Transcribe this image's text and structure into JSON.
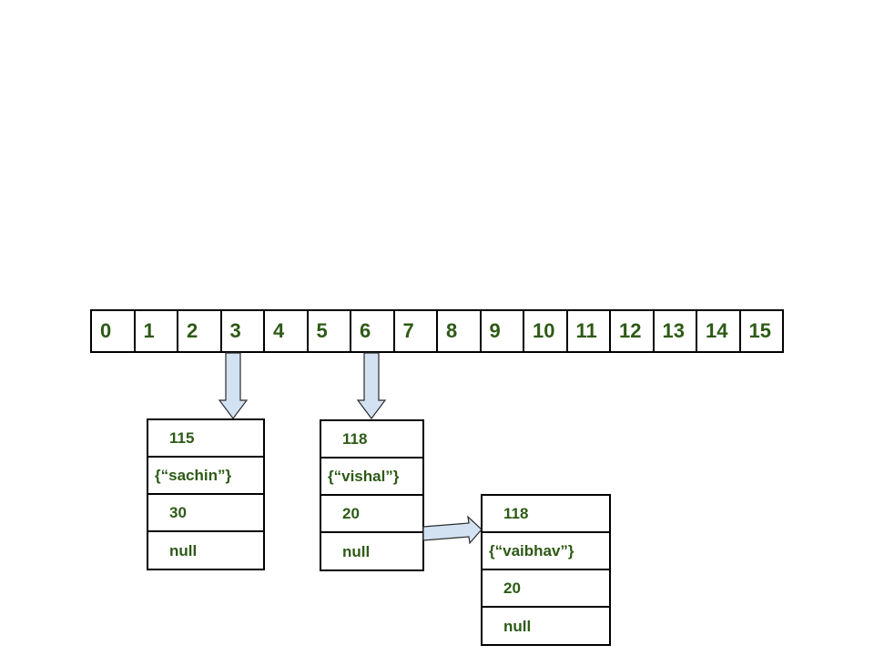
{
  "array": {
    "indices": [
      "0",
      "1",
      "2",
      "3",
      "4",
      "5",
      "6",
      "7",
      "8",
      "9",
      "10",
      "11",
      "12",
      "13",
      "14",
      "15"
    ]
  },
  "nodes": {
    "sachin": {
      "hash": "115",
      "key": "{“sachin”}",
      "value": "30",
      "next": "null"
    },
    "vishal": {
      "hash": "118",
      "key": "{“vishal”}",
      "value": "20",
      "next": "null"
    },
    "vaibhav": {
      "hash": "118",
      "key": "{“vaibhav”}",
      "value": "20",
      "next": "null"
    }
  },
  "colors": {
    "text": "#2d5a16",
    "arrow_fill": "#d3e2f2",
    "border": "#000000"
  }
}
